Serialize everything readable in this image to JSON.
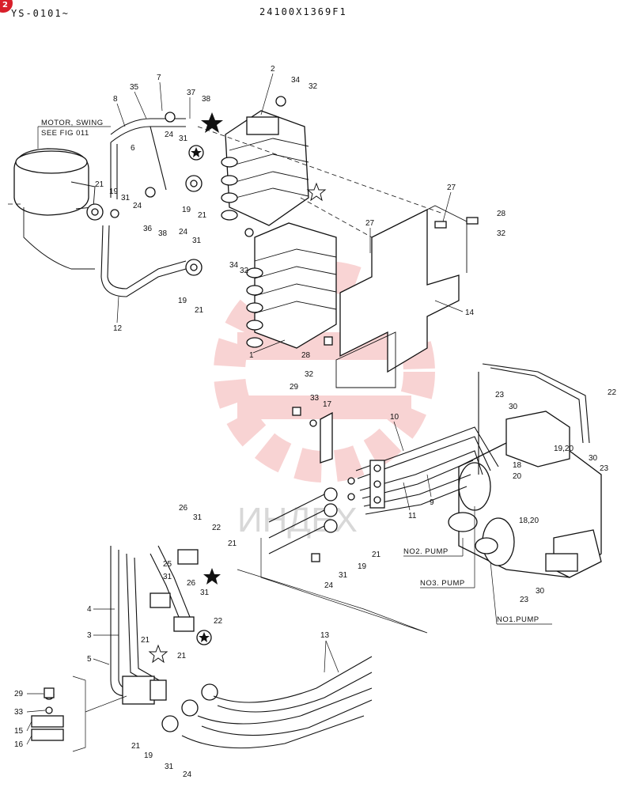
{
  "header": {
    "serial_range": "YS-0101~",
    "drawing_code": "24100X1369F1",
    "page_badge": "2"
  },
  "callouts": {
    "motor_swing": "MOTOR, SWING",
    "see_fig": "SEE FIG 011",
    "no2_pump": "NO2. PUMP",
    "no3_pump": "NO3. PUMP",
    "no1_pump": "NO1.PUMP"
  },
  "watermark": "ИНДЕХ",
  "part_numbers": {
    "p1": "1",
    "p2": "2",
    "p3": "3",
    "p4": "4",
    "p5": "5",
    "p6": "6",
    "p7": "7",
    "p8": "8",
    "p9": "9",
    "p10": "10",
    "p11": "11",
    "p12": "12",
    "p13": "13",
    "p14": "14",
    "p15": "15",
    "p16": "16",
    "p17": "17",
    "p18": "18",
    "p18_20": "18,20",
    "p18_20b": "18,20",
    "p19": "19",
    "p19_20": "19,20",
    "p20": "20",
    "p21": "21",
    "p22": "22",
    "p23": "23",
    "p24": "24",
    "p25": "25",
    "p26": "26",
    "p27": "27",
    "p28": "28",
    "p29": "29",
    "p30": "30",
    "p31": "31",
    "p32": "32",
    "p33": "33",
    "p34": "34",
    "p35": "35",
    "p36": "36",
    "p37": "37",
    "p38": "38"
  }
}
